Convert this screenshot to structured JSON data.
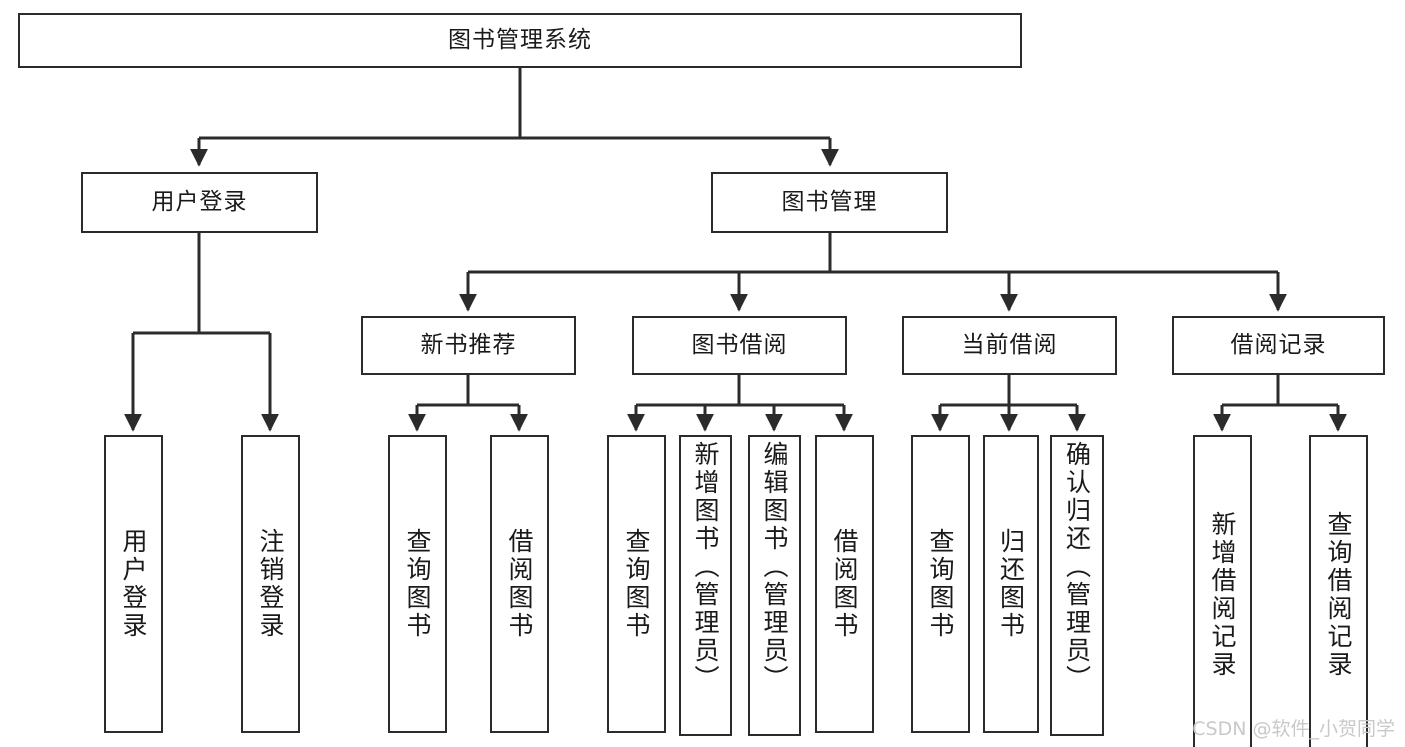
{
  "diagram": {
    "title": "图书管理系统",
    "type": "tree-hierarchy",
    "watermark": "CSDN @软件_小贺同学",
    "line_color": "#2b2b2b",
    "box_fill": "#ffffff",
    "text_color": "#1a1a1a",
    "watermark_color": "#c9c9c9"
  },
  "nodes": {
    "root": {
      "label": "图书管理系统"
    },
    "level2": [
      {
        "label": "用户登录"
      },
      {
        "label": "图书管理"
      }
    ],
    "level3": [
      {
        "label": "新书推荐"
      },
      {
        "label": "图书借阅"
      },
      {
        "label": "当前借阅"
      },
      {
        "label": "借阅记录"
      }
    ],
    "leaves": {
      "user_login": [
        {
          "label": "用户登录"
        },
        {
          "label": "注销登录"
        }
      ],
      "new_book_recommend": [
        {
          "label": "查询图书"
        },
        {
          "label": "借阅图书"
        }
      ],
      "book_borrow": [
        {
          "label": "查询图书"
        },
        {
          "label": "新增图书（管理员）"
        },
        {
          "label": "编辑图书（管理员）"
        },
        {
          "label": "借阅图书"
        }
      ],
      "current_borrow": [
        {
          "label": "查询图书"
        },
        {
          "label": "归还图书"
        },
        {
          "label": "确认归还（管理员）"
        }
      ],
      "borrow_record": [
        {
          "label": "新增借阅记录"
        },
        {
          "label": "查询借阅记录"
        }
      ]
    }
  }
}
